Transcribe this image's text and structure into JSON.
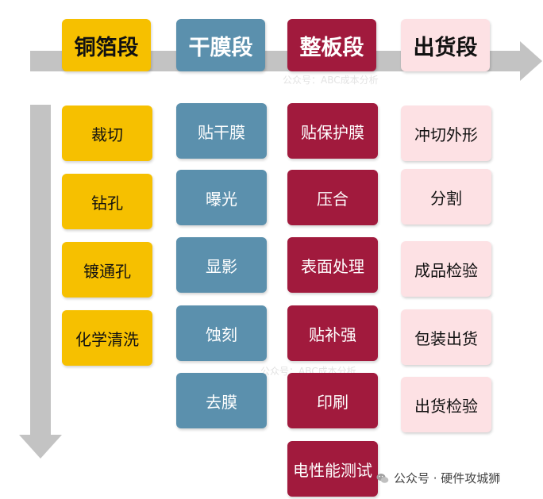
{
  "colors": {
    "arrow": "#c3c3c3",
    "copper": "#f6c000",
    "dryfilm": "#5b90ad",
    "panel": "#a11a3d",
    "shipping": "#fde1e4"
  },
  "columns": [
    {
      "header": "铜箔段",
      "steps": [
        "裁切",
        "钻孔",
        "镀通孔",
        "化学清洗"
      ]
    },
    {
      "header": "干膜段",
      "steps": [
        "贴干膜",
        "曝光",
        "显影",
        "蚀刻",
        "去膜"
      ]
    },
    {
      "header": "整板段",
      "steps": [
        "贴保护膜",
        "压合",
        "表面处理",
        "贴补强",
        "印刷",
        "电性能测试"
      ]
    },
    {
      "header": "出货段",
      "steps": [
        "冲切外形",
        "分割",
        "成品检验",
        "包装出货",
        "出货检验"
      ]
    }
  ],
  "watermarks": [
    "公众号：ABC成本分析",
    "公众号：ABC成本分析"
  ],
  "footer": {
    "icon": "wechat-icon",
    "text": "公众号 · 硬件攻城狮"
  }
}
